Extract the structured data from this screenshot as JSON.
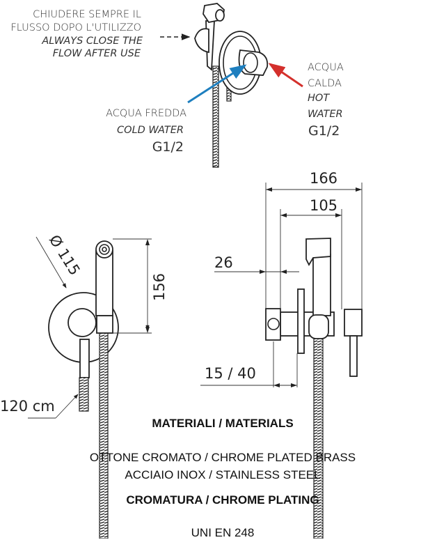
{
  "top_view": {
    "note_it_1": "CHIUDERE SEMPRE IL",
    "note_it_2": "FLUSSO DOPO L'UTILIZZO",
    "note_en_1": "ALWAYS CLOSE THE",
    "note_en_2": "FLOW AFTER  USE",
    "cold_it": "ACQUA FREDDA",
    "cold_en": "COLD WATER",
    "cold_thread": "G1/2",
    "hot_it_1": "ACQUA",
    "hot_it_2": "CALDA",
    "hot_en_1": "HOT",
    "hot_en_2": "WATER",
    "hot_thread": "G1/2",
    "cold_color": "#1e7fbf",
    "hot_color": "#d4302c"
  },
  "front_view": {
    "diameter": "Ø 115",
    "height": "156",
    "hose_length": "120 cm"
  },
  "side_view": {
    "overall_depth": "166",
    "handset_depth": "105",
    "valve_depth": "26",
    "wall_adjust": "15 / 40"
  },
  "specs": {
    "materials_heading": "MATERIALI / MATERIALS",
    "material_1": "OTTONE CROMATO / CHROME PLATED BRASS",
    "material_2": "ACCIAIO INOX / STAINLESS STEEL",
    "finish_heading": "CROMATURA / CHROME PLATING",
    "standard": "UNI EN 248"
  }
}
